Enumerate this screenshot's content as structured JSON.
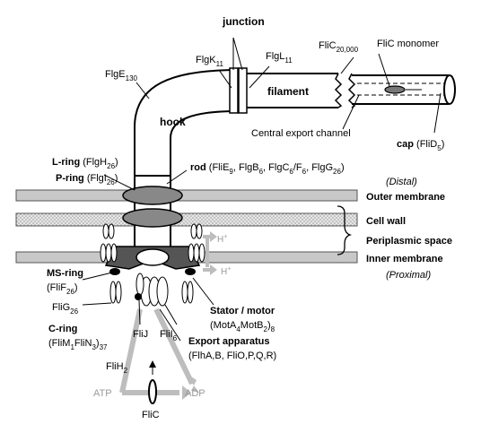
{
  "labels": {
    "junction": "junction",
    "flgK": "FlgK",
    "flgK_sub": "11",
    "flgL": "FlgL",
    "flgL_sub": "11",
    "fliC_count": "FliC",
    "fliC_count_sub": "20,000",
    "fliC_monomer": "FliC monomer",
    "flgE": "FlgE",
    "flgE_sub": "130",
    "filament": "filament",
    "hook": "hook",
    "central_channel": "Central export channel",
    "cap": "cap",
    "cap_detail_open": "(FliD",
    "cap_detail_sub": "5",
    "cap_detail_close": ")",
    "l_ring": "L-ring",
    "l_ring_detail": "(FlgH",
    "l_ring_sub": "26",
    "l_ring_close": ")",
    "p_ring": "P-ring",
    "p_ring_detail": "(FlgI",
    "p_ring_sub": "26",
    "p_ring_close": ")",
    "rod": "rod",
    "rod_p1": "(FliE",
    "rod_s1": "9",
    "rod_p2": ", FlgB",
    "rod_s2": "6",
    "rod_p3": ", FlgC",
    "rod_s3": "6",
    "rod_p4": "/F",
    "rod_s4": "6",
    "rod_p5": ", FlgG",
    "rod_s5": "26",
    "rod_p6": ")",
    "distal": "(Distal)",
    "outer_membrane": "Outer membrane",
    "cell_wall": "Cell wall",
    "periplasmic_space": "Periplasmic space",
    "inner_membrane": "Inner membrane",
    "proximal": "(Proximal)",
    "h_plus": "H",
    "h_plus_sup": "+",
    "ms_ring": "MS-ring",
    "ms_detail": "(FliF",
    "ms_sub": "26",
    "ms_close": ")",
    "flig": "FliG",
    "flig_sub": "26",
    "c_ring": "C-ring",
    "c_p1": "(FliM",
    "c_s1": "1",
    "c_p2": "FliN",
    "c_s2": "3",
    "c_p3": ")",
    "c_s3": "37",
    "stator": "Stator / motor",
    "stator_p1": "(MotA",
    "stator_s1": "4",
    "stator_p2": "MotB",
    "stator_s2": "2",
    "stator_p3": ")",
    "stator_s3": "8",
    "flij": "FliJ",
    "flii": "FliI",
    "flii_sub": "6",
    "export": "Export apparatus",
    "export_detail": "(FlhA,B, FliO,P,Q,R)",
    "flih": "FliH",
    "flih_sub": "2",
    "atp": "ATP",
    "adp": "ADP",
    "flic_bottom": "FliC"
  },
  "colors": {
    "membrane_fill": "#c8c8c8",
    "wall_fill": "#e4e4e4",
    "motor_dark": "#555555",
    "arrow_gray": "#bdbdbd",
    "ring_gray": "#8a8a8a"
  }
}
